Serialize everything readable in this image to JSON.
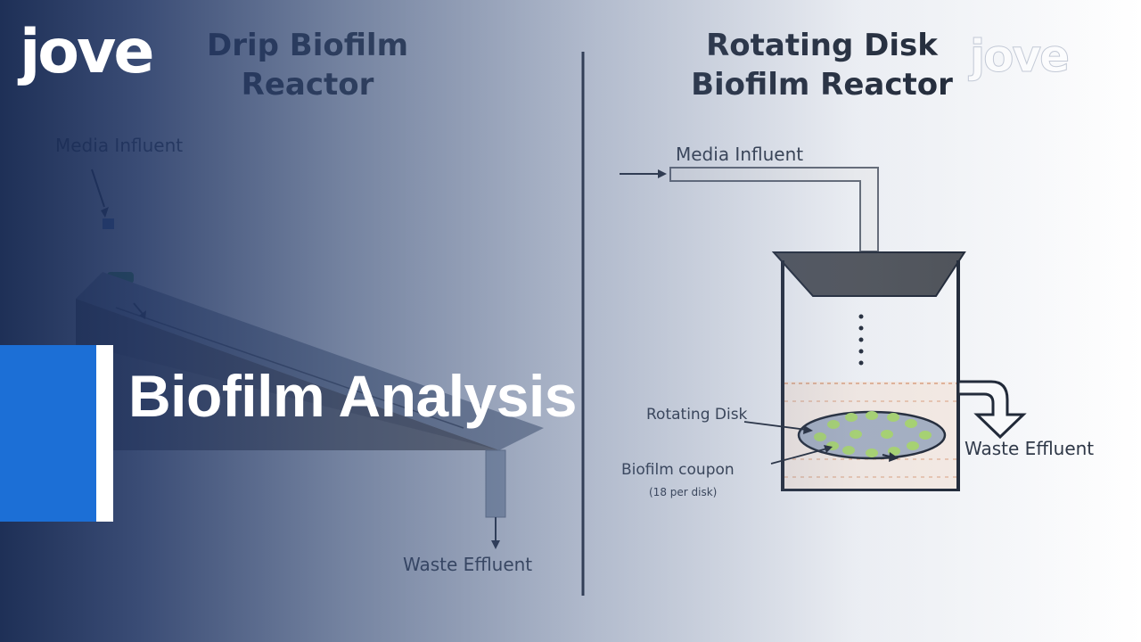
{
  "brand": {
    "logo_text": "jove",
    "watermark_text": "jove"
  },
  "video_title": "Biofilm Analysis",
  "diagram": {
    "left_panel": {
      "title_line1": "Drip Biofilm",
      "title_line2": "Reactor",
      "label_influent": "Media Influent",
      "label_effluent": "Waste Effluent"
    },
    "right_panel": {
      "title_line1": "Rotating Disk",
      "title_line2": "Biofilm Reactor",
      "label_influent": "Media Influent",
      "label_disk": "Rotating Disk",
      "label_coupon": "Biofilm coupon",
      "label_coupon_count": "(18 per disk)",
      "label_effluent": "Waste Effluent"
    }
  },
  "colors": {
    "brand_blue": "#1c6fd6",
    "coupon_green": "#a8d66a",
    "drip_bead_green": "#2e9a3a"
  }
}
